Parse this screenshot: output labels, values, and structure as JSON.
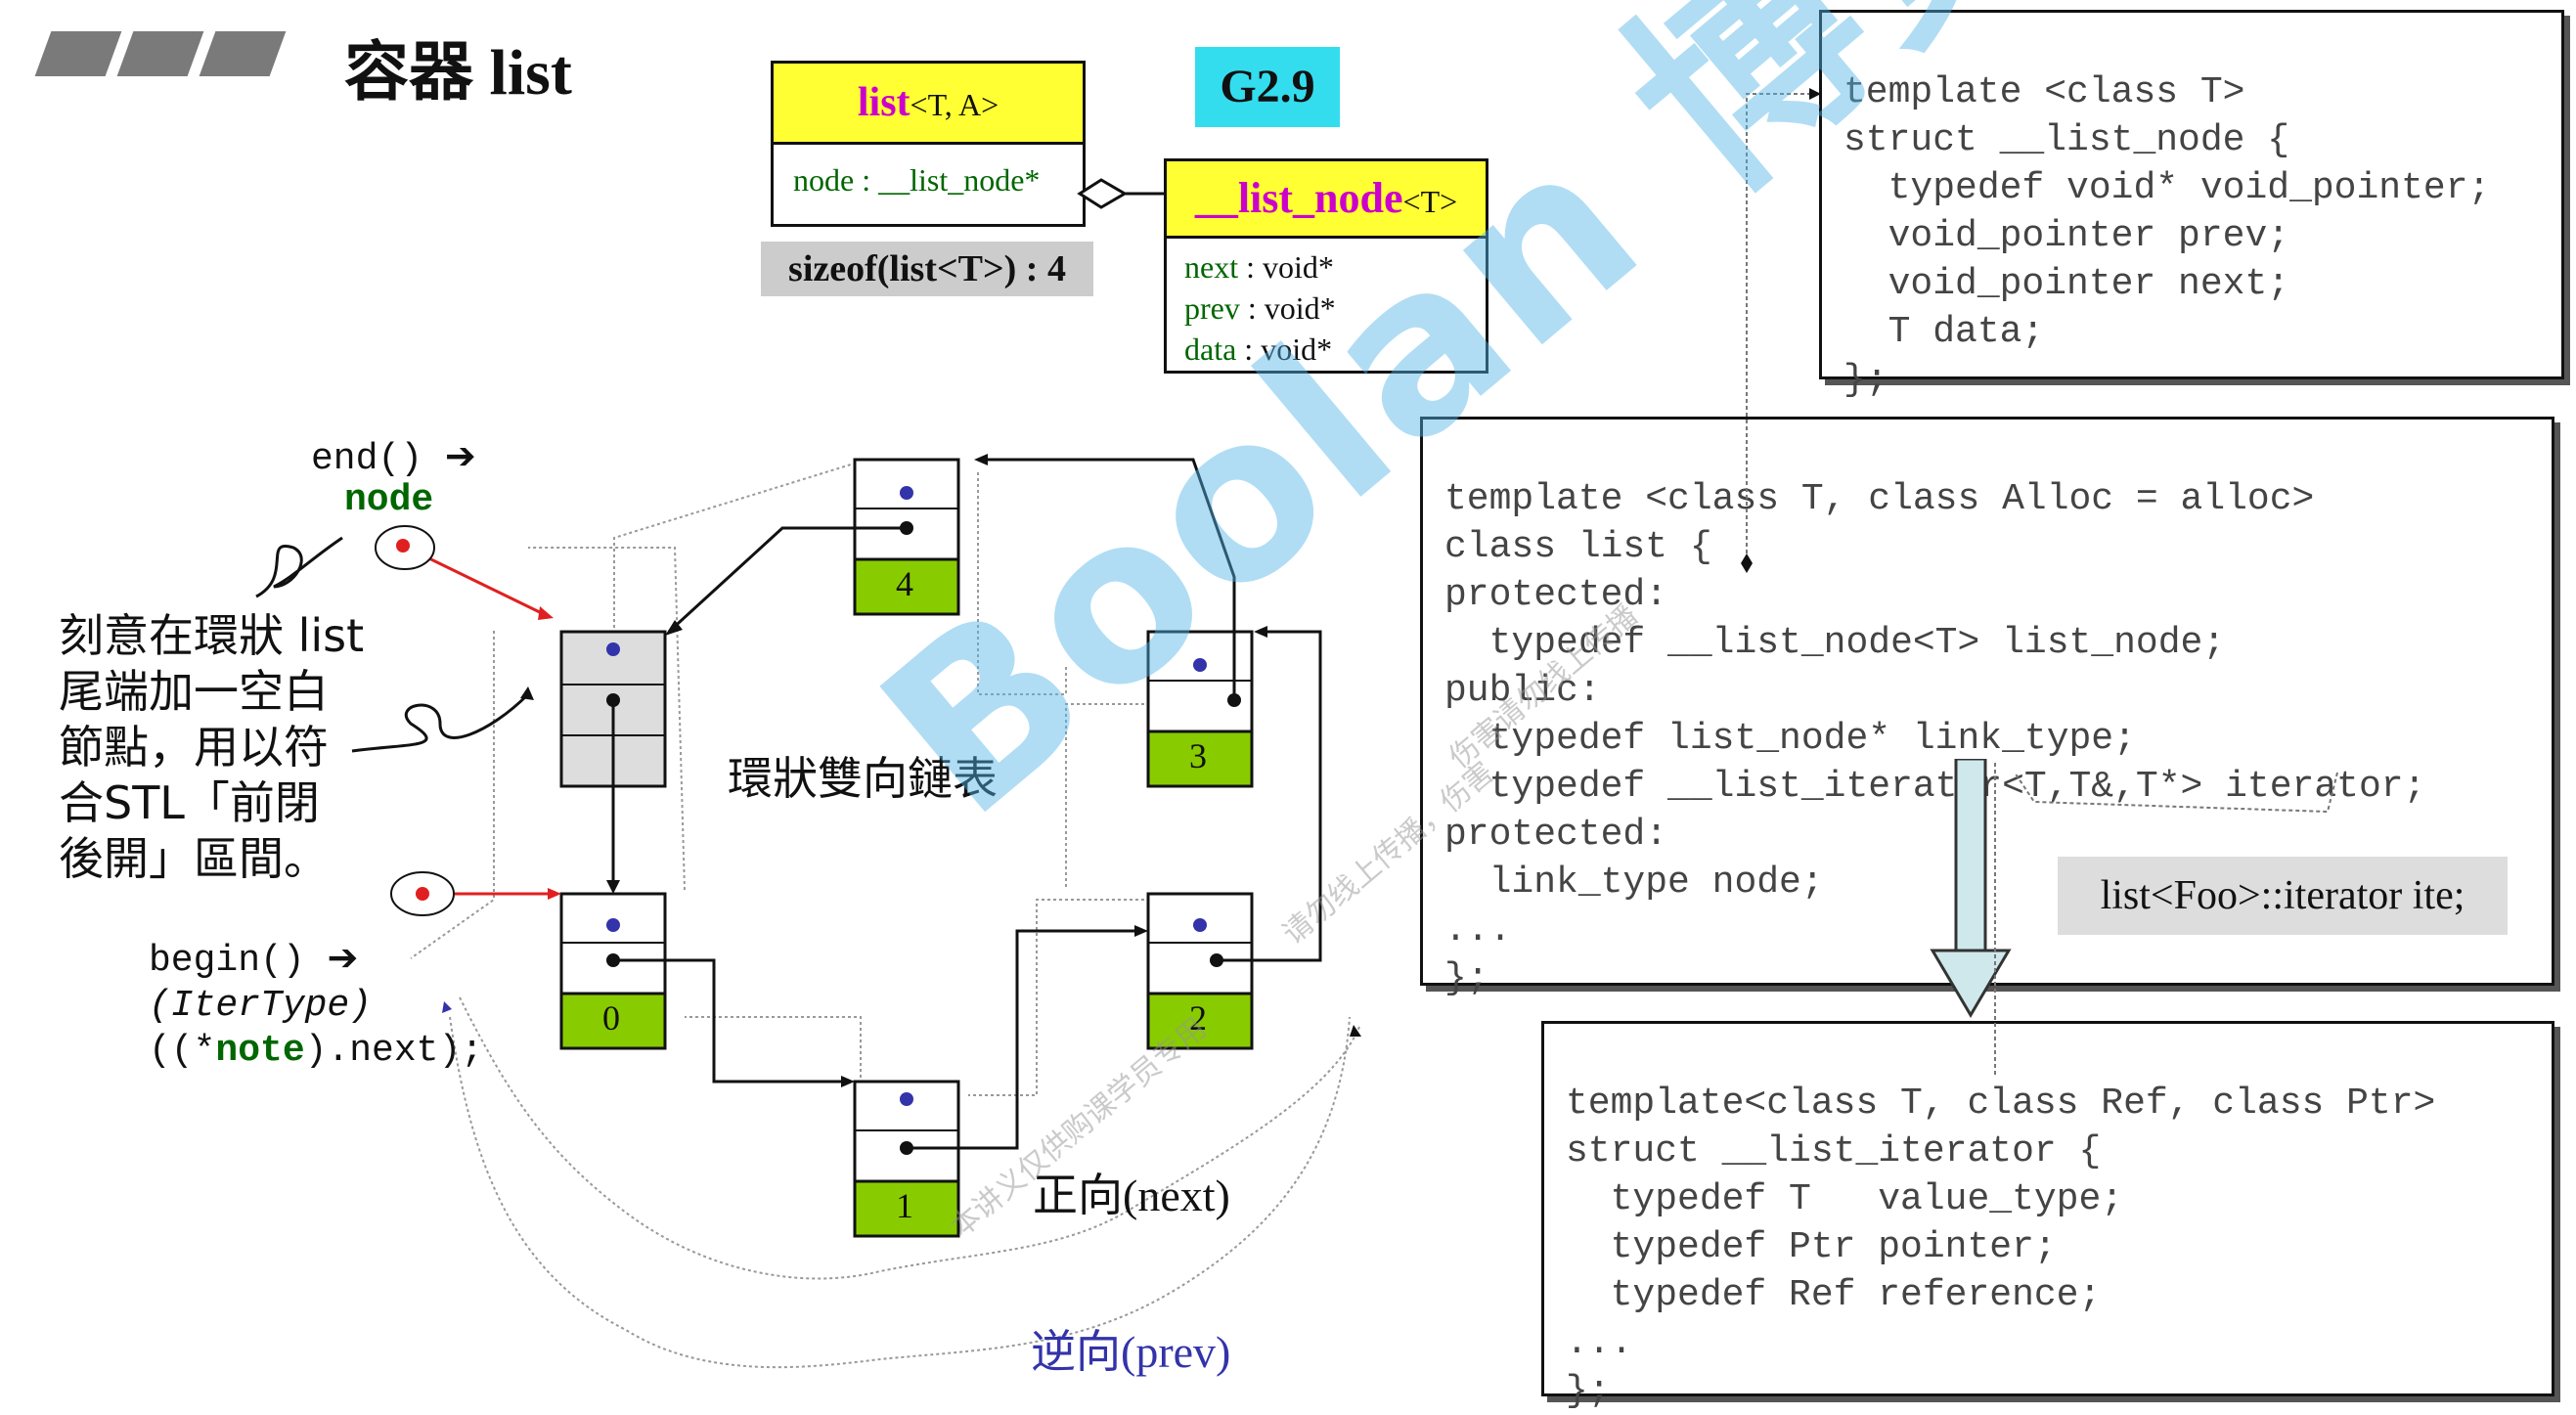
{
  "title": "容器 list",
  "version_badge": "G2.9",
  "uml_list": {
    "class_name": "list",
    "template_args": "<T, A>",
    "member": "node : __list_node*"
  },
  "uml_node": {
    "class_name": "__list_node",
    "template_args": "<T>",
    "members": [
      {
        "name": "next",
        "type": " : void*"
      },
      {
        "name": "prev",
        "type": " : void*"
      },
      {
        "name": "data",
        "type": " : void*"
      }
    ]
  },
  "sizeof_label": "sizeof(list<T>) : 4",
  "diagram": {
    "center_label": "環狀雙向鏈表",
    "end_label": "end()",
    "node_label": "node",
    "begin_label": "begin()",
    "begin_line2": "(IterType)",
    "begin_line3_pre": "((*",
    "begin_line3_note": "note",
    "begin_line3_post": ").next);",
    "forward_label": "正向(next)",
    "backward_label": "逆向(prev)",
    "node_values": [
      "4",
      "3",
      "2",
      "1",
      "0"
    ],
    "annotation_lines": [
      "刻意在環狀 list",
      "尾端加一空白",
      "節點，用以符",
      "合STL「前閉",
      "後開」區間。"
    ]
  },
  "code_node": [
    "template <class T>",
    "struct __list_node {",
    "  typedef void* void_pointer;",
    "  void_pointer prev;",
    "  void_pointer next;",
    "  T data;",
    "};"
  ],
  "code_list": [
    "template <class T, class Alloc = alloc>",
    "class list {",
    "protected:",
    "  typedef __list_node<T> list_node;",
    "public:",
    "  typedef list_node* link_type;",
    "  typedef __list_iterator<T,T&,T*> iterator;",
    "protected:",
    "  link_type node;",
    "...",
    "};"
  ],
  "code_iterator": [
    "template<class T, class Ref, class Ptr>",
    "struct __list_iterator {",
    "  typedef T   value_type;",
    "  typedef Ptr pointer;",
    "  typedef Ref reference;",
    "...",
    "};"
  ],
  "iterator_callout": "list<Foo>::iterator ite;",
  "watermark": "Boolan 博览网",
  "watermark_small": [
    "伤害请勿线上传播",
    "请勿线上传播，伤害",
    "本讲义仅供购课学员专用"
  ],
  "colors": {
    "header_yellow": "#ffff33",
    "node_green": "#88cc00",
    "badge_cyan": "#33ddee",
    "purple": "#cc00cc",
    "red_arrow": "#e02020"
  }
}
